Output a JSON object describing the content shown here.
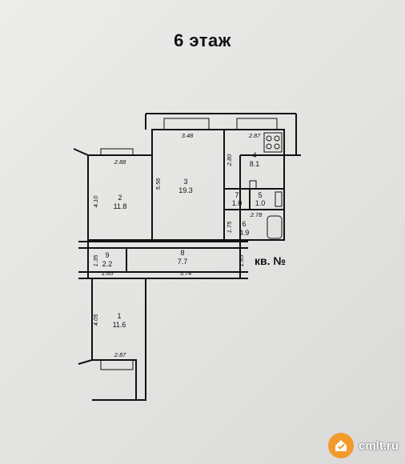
{
  "title": "6 этаж",
  "rooms": [
    {
      "id": "1",
      "num": "1",
      "area": "11.6"
    },
    {
      "id": "2",
      "num": "2",
      "area": "11.8"
    },
    {
      "id": "3",
      "num": "3",
      "area": "19.3"
    },
    {
      "id": "4",
      "num": "4",
      "area": "8.1"
    },
    {
      "id": "5",
      "num": "5",
      "area": "1.0"
    },
    {
      "id": "6",
      "num": "6",
      "area": "4.9"
    },
    {
      "id": "7",
      "num": "7",
      "area": "1.0"
    },
    {
      "id": "8",
      "num": "8",
      "area": "7.7"
    },
    {
      "id": "9",
      "num": "9",
      "area": "2.2"
    }
  ],
  "dimensions": {
    "d348": "3.48",
    "d287_top": "2.87",
    "d288": "2.88",
    "d410": "4.10",
    "d556": "5.56",
    "d280": "2.80",
    "d278": "2.78",
    "d175": "1.75",
    "d135": "1.35",
    "d165": "1.65",
    "d574": "5.74",
    "d185": "1.85",
    "d405": "4.05",
    "d287_bottom": "2.87"
  },
  "apartment_label": "кв. №",
  "watermark": {
    "text": "cmlt.ru",
    "icon": "house-check-icon",
    "color": "#f39a2c"
  }
}
